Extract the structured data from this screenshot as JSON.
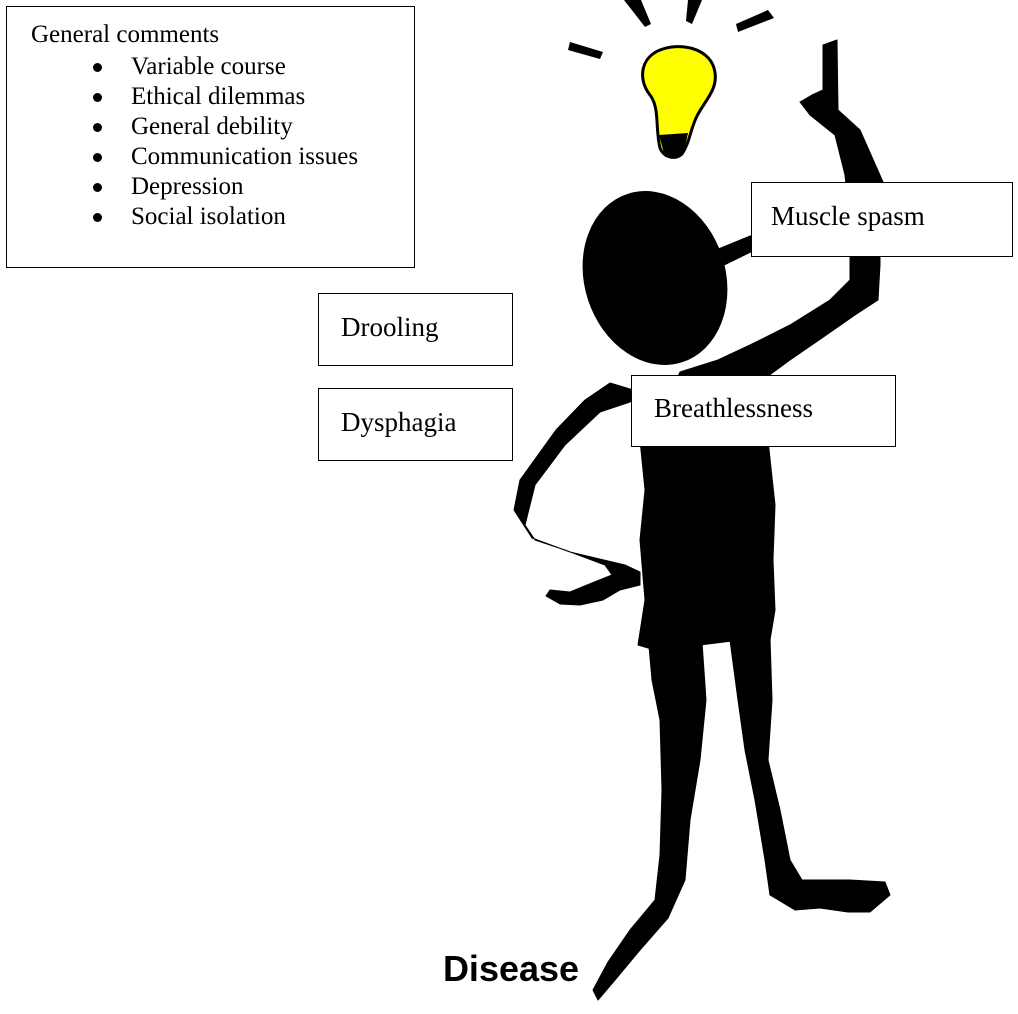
{
  "general": {
    "title": "General comments",
    "items": [
      "Variable course",
      "Ethical dilemmas",
      "General debility",
      "Communication issues",
      "Depression",
      "Social isolation"
    ]
  },
  "labels": {
    "muscle_spasm": "Muscle spasm",
    "drooling": "Drooling",
    "dysphagia": "Dysphagia",
    "breathlessness": "Breathlessness"
  },
  "caption": "Disease",
  "colors": {
    "figure": "#000000",
    "bulb": "#ffff00"
  },
  "icons": {
    "figure": "stick-figure-icon",
    "bulb": "lightbulb-icon"
  }
}
